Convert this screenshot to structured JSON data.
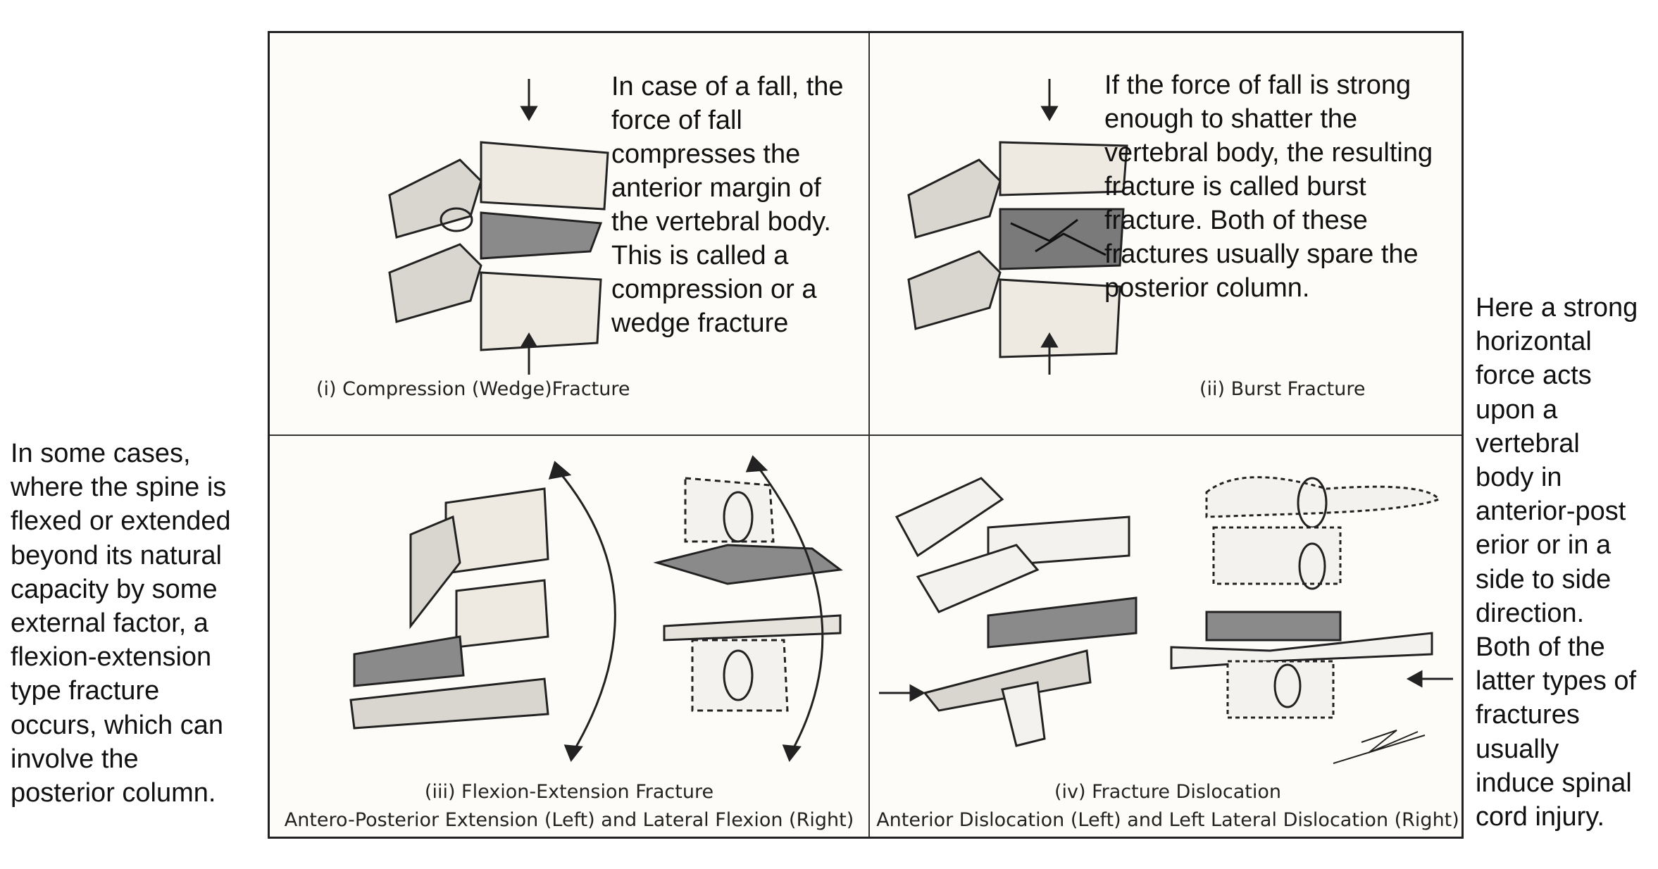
{
  "left_note": "In some cases,\nwhere the spine is\nflexed or extended\nbeyond its natural\ncapacity by some\nexternal factor, a\nflexion-extension\ntype fracture\noccurs, which can\ninvolve the\nposterior column.",
  "right_note": "Here a strong\nhorizontal\nforce acts\nupon a\nvertebral\nbody in\nanterior-post\nerior or in a\nside to side\ndirection.\nBoth of the\nlatter types of\nfractures\nusually\ninduce spinal\ncord injury.",
  "panels": {
    "compression": {
      "description": "In case of a fall, the\nforce of fall\ncompresses the\nanterior margin of\nthe vertebral body.\nThis is called a\ncompression or a\nwedge fracture",
      "caption": "(i) Compression  (Wedge)Fracture"
    },
    "burst": {
      "description": "If the force of fall is strong\nenough to shatter the\nvertebral body, the resulting\nfracture is called burst\nfracture. Both of these\nfractures usually spare the\nposterior column.",
      "caption": "(ii) Burst Fracture"
    },
    "flexion_extension": {
      "caption_line1": "(iii) Flexion-Extension Fracture",
      "caption_line2": "Antero-Posterior Extension (Left) and Lateral Flexion (Right)"
    },
    "dislocation": {
      "caption_line1": "(iv) Fracture Dislocation",
      "caption_line2": "Anterior Dislocation (Left) and Left Lateral Dislocation (Right)"
    }
  },
  "colors": {
    "ink": "#222222",
    "shade": "#8a8a8a",
    "paper": "#fdfcf8"
  }
}
